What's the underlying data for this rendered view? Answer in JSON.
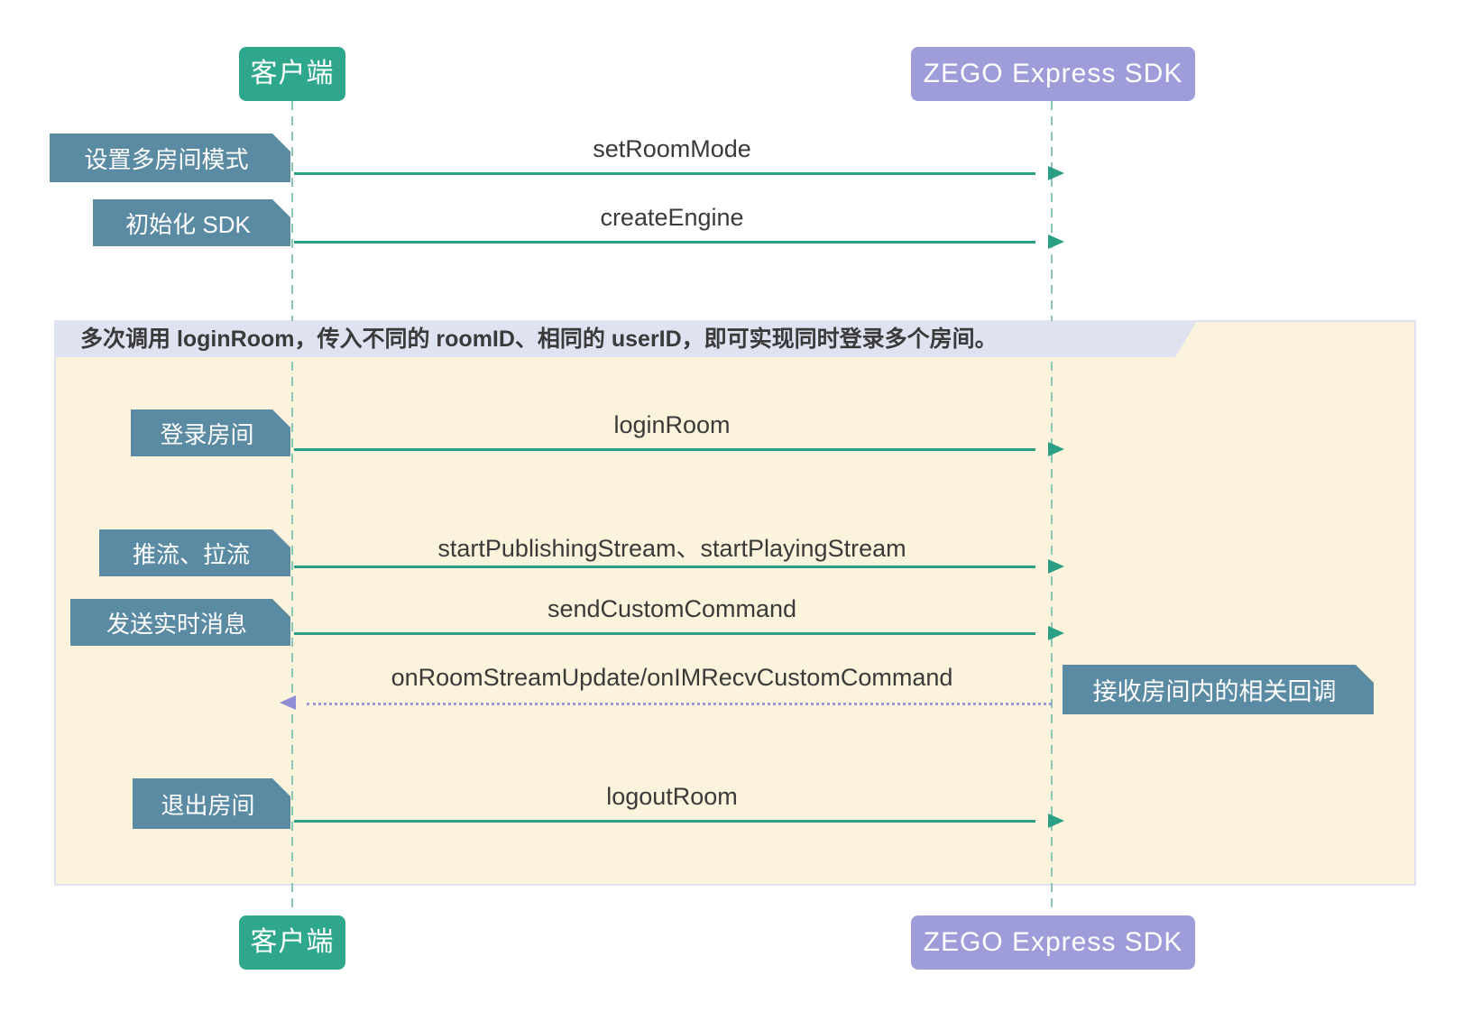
{
  "participants": {
    "client": "客户端",
    "sdk": "ZEGO Express SDK"
  },
  "pre_steps": [
    {
      "note": "设置多房间模式",
      "message": "setRoomMode"
    },
    {
      "note": "初始化 SDK",
      "message": "createEngine"
    }
  ],
  "loop": {
    "title": "多次调用 loginRoom，传入不同的 roomID、相同的 userID，即可实现同时登录多个房间。",
    "steps": [
      {
        "note": "登录房间",
        "message": "loginRoom"
      },
      {
        "note": "推流、拉流",
        "message": "startPublishingStream、startPlayingStream"
      },
      {
        "note": "发送实时消息",
        "message": "sendCustomCommand"
      }
    ],
    "callback": {
      "note": "接收房间内的相关回调",
      "message": "onRoomStreamUpdate/onIMRecvCustomCommand"
    },
    "logout": {
      "note": "退出房间",
      "message": "logoutRoom"
    }
  },
  "colors": {
    "client_box": "#2FA78C",
    "sdk_box": "#9E9CD9",
    "note_box": "#5A8BA3",
    "arrow": "#2B9E86",
    "lifeline_dash": "#8AC6B4",
    "callback_arrow": "#9B99D6",
    "loop_bg": "#FCF3DC",
    "loop_border": "#DDE1F0",
    "loop_title_bg": "#DEE2F1",
    "message_text": "#3A3A3A"
  }
}
